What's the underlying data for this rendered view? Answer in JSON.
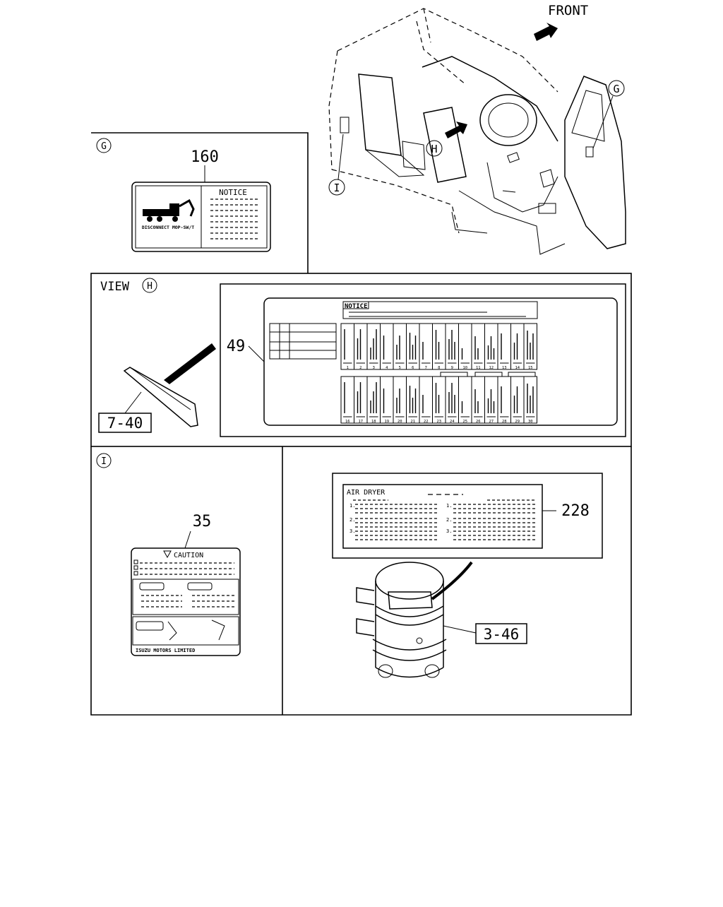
{
  "overview": {
    "front_label": "FRONT",
    "markers": {
      "g": "G",
      "h": "H",
      "i": "I"
    }
  },
  "panel_g": {
    "marker": "G",
    "part_number": "160",
    "notice_title": "NOTICE",
    "caption": "DISCONNECT MOP-SW/T"
  },
  "panel_h": {
    "view_label": "VIEW",
    "marker": "H",
    "part_number": "49",
    "reference": "7-40",
    "notice_title": "NOTICE",
    "fuse_numbers_top": [
      "1",
      "2",
      "3",
      "4",
      "5",
      "6",
      "7",
      "8",
      "9",
      "10",
      "11",
      "12",
      "13",
      "14",
      "15"
    ],
    "fuse_numbers_bottom": [
      "16",
      "17",
      "18",
      "19",
      "20",
      "21",
      "22",
      "23",
      "24",
      "25",
      "26",
      "27",
      "28",
      "29",
      "30"
    ]
  },
  "panel_i": {
    "marker": "I",
    "part_number": "35",
    "caution_title": "CAUTION",
    "maker": "ISUZU MOTORS LIMITED"
  },
  "panel_air": {
    "part_number": "228",
    "reference": "3-46",
    "label_title": "AIR DRYER",
    "left_items": [
      "1.",
      "2.",
      "3."
    ],
    "right_items": [
      "1.",
      "2.",
      "3."
    ]
  }
}
